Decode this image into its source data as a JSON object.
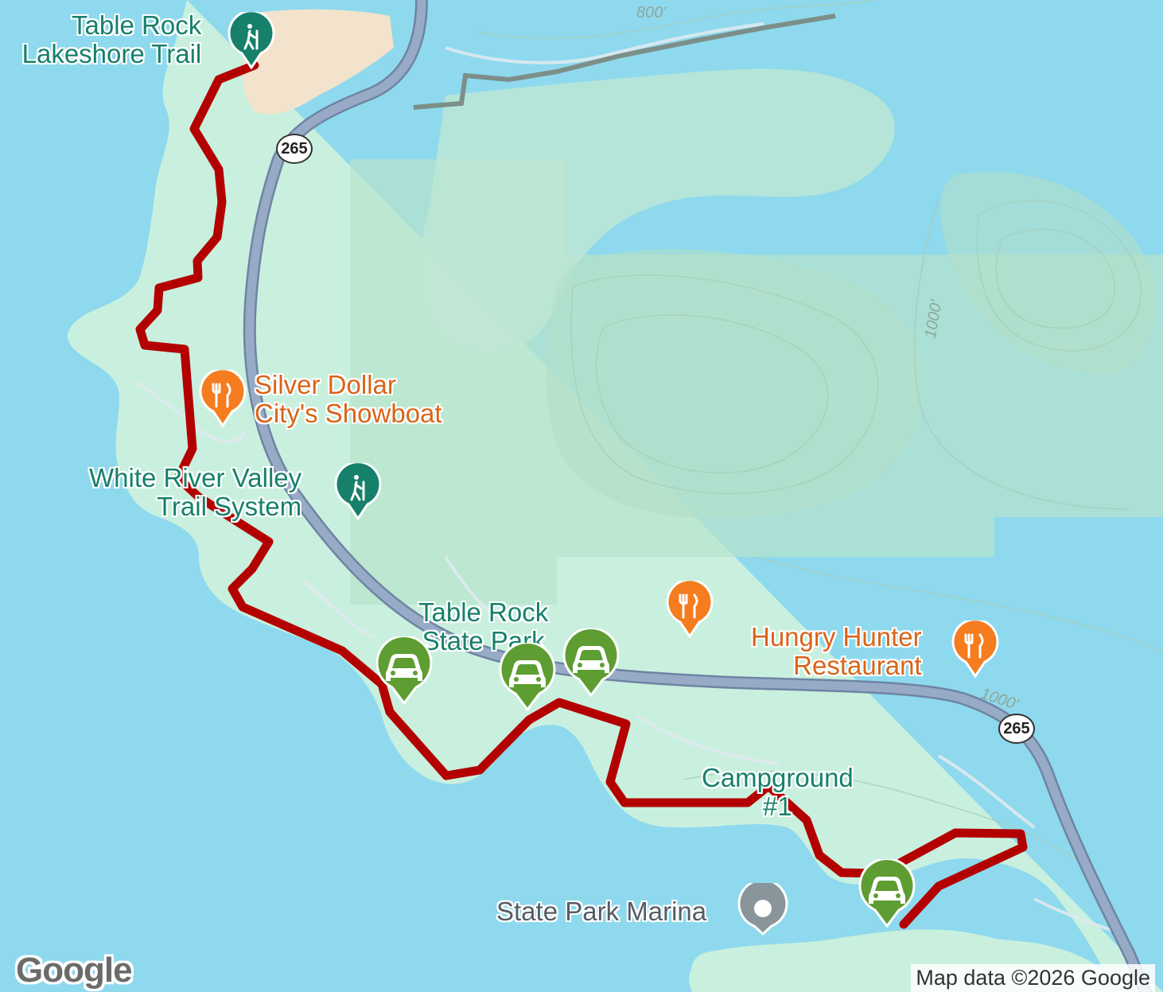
{
  "map": {
    "colors": {
      "water": "#8ed9ee",
      "land": "#c9f0de",
      "land_hill": "#b7e2cc",
      "road": "#8ea3bf",
      "route": "#b30000",
      "sand": "#f3e3cc",
      "poi_green": "#17806a",
      "poi_orange": "#f57c1f",
      "parking_green": "#5e9d32"
    },
    "labels": {
      "trail_1": {
        "line1": "Table Rock",
        "line2": "Lakeshore Trail"
      },
      "restaurant_1": {
        "line1": "Silver Dollar",
        "line2": "City's Showboat"
      },
      "trail_2": {
        "line1": "White River Valley",
        "line2": "Trail System"
      },
      "park": {
        "line1": "Table Rock",
        "line2": "State Park"
      },
      "restaurant_2": {
        "line1": "Hungry Hunter",
        "line2": "Restaurant"
      },
      "campground": {
        "line1": "Campground",
        "line2": "#1"
      },
      "marina": "State Park Marina"
    },
    "highway_shields": {
      "north": "265",
      "south": "265"
    },
    "contours": {
      "c800": "800'",
      "c1000a": "1000'",
      "c1000b": "1000'"
    },
    "icons": {
      "trail": "hiker-icon",
      "restaurant": "fork-knife-icon",
      "parking": "car-icon",
      "marina": "marina-dot-icon"
    },
    "logo": "Google",
    "attribution": "Map data ©2026 Google"
  }
}
